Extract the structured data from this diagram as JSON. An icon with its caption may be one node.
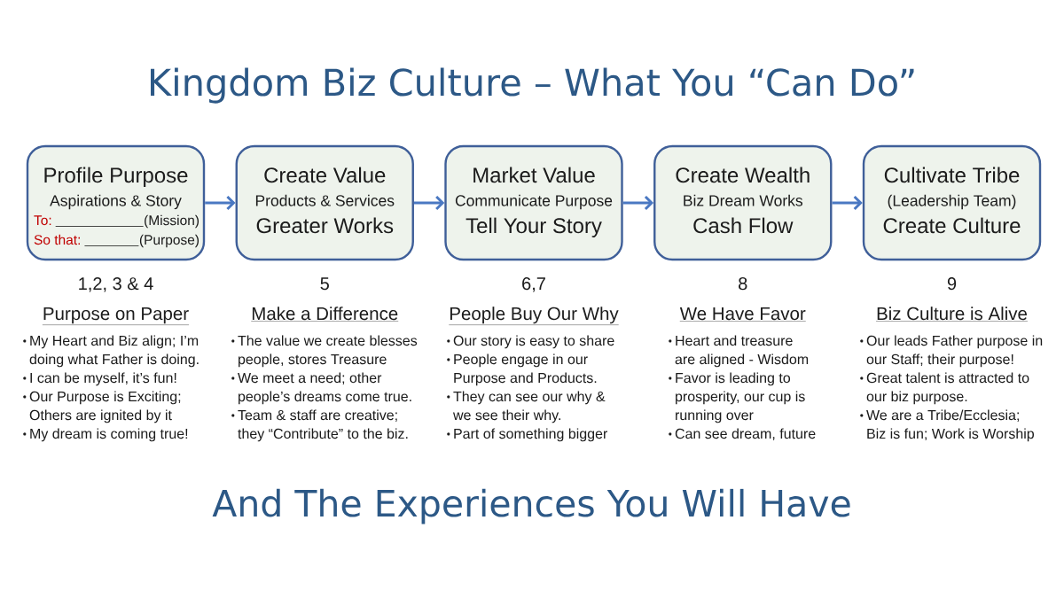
{
  "diagram": {
    "title": "Kingdom Biz Culture – What You “Can Do”",
    "caption": "And The Experiences You Will Have",
    "nodes": [
      {
        "text": [
          "Profile Purpose",
          "Aspirations & Story",
          "To:",
          "(Mission)",
          "So that:",
          "(Purpose)"
        ],
        "beside": [
          "1,2, 3 & 4",
          "Purpose on Paper",
          "My Heart and Biz align; I’m doing what Father is doing.",
          "I can be myself, it’s fun!",
          "Our Purpose is Exciting; Others are ignited by it",
          "My dream is coming true!"
        ]
      },
      {
        "text": [
          "Create Value",
          "Products & Services",
          "Greater Works"
        ],
        "beside": [
          "5",
          "Make a Difference",
          "The value we create blesses people, stores Treasure",
          "We meet a need; other people’s dreams come true.",
          "Team & staff are creative; they “Contribute” to the biz."
        ]
      },
      {
        "text": [
          "Market Value",
          "Communicate Purpose",
          "Tell Your Story"
        ],
        "beside": [
          "6,7",
          "People Buy Our Why",
          "Our story is easy to share",
          "People engage in our Purpose and Products.",
          "They can see our why & we see their why.",
          "Part of something bigger"
        ]
      },
      {
        "text": [
          "Create Wealth",
          "Biz Dream Works",
          "Cash Flow"
        ],
        "beside": [
          "8",
          "We Have Favor",
          "Heart and treasure are aligned - Wisdom",
          "Favor is leading to prosperity, our cup is running over",
          "Can see dream, future"
        ]
      },
      {
        "text": [
          "Cultivate Tribe",
          "(Leadership Team)",
          "Create Culture"
        ],
        "beside": [
          "9",
          "Biz Culture is Alive",
          "Our leads Father purpose in our Staff; their purpose!",
          "Great talent is attracted to our biz purpose.",
          "We are a Tribe/Ecclesia; Biz is fun; Work is Worship"
        ]
      }
    ],
    "edges": [
      {
        "from": 0,
        "to": 1,
        "arrow": "to"
      },
      {
        "from": 1,
        "to": 2,
        "arrow": "to"
      },
      {
        "from": 2,
        "to": 3,
        "arrow": "to"
      },
      {
        "from": 3,
        "to": 4,
        "arrow": "to"
      }
    ]
  }
}
